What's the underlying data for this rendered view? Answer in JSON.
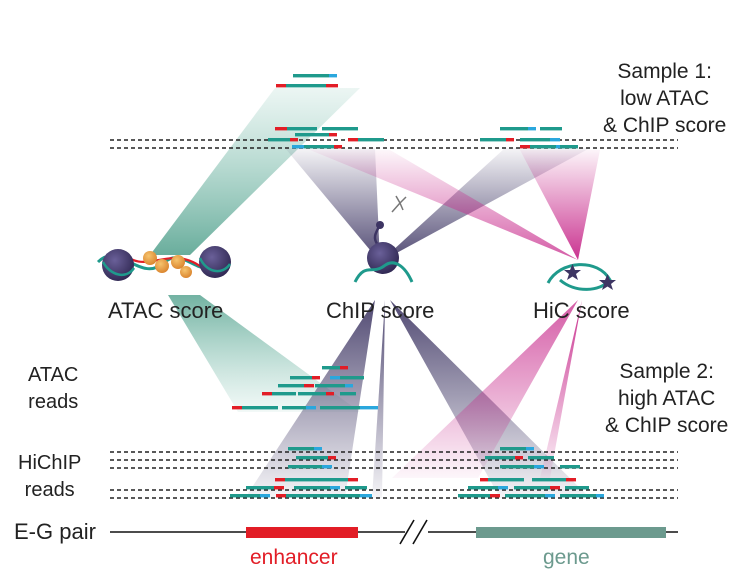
{
  "sample1": {
    "line1": "Sample 1:",
    "line2": "low ATAC",
    "line3": "& ChIP score"
  },
  "sample2": {
    "line1": "Sample 2:",
    "line2": "high ATAC",
    "line3": "& ChIP score"
  },
  "scores": {
    "atac": "ATAC score",
    "chip": "ChIP score",
    "hic": "HiC score"
  },
  "side_labels": {
    "atac_reads_1": "ATAC",
    "atac_reads_2": "reads",
    "hichip_reads_1": "HiChIP",
    "hichip_reads_2": "reads",
    "eg_pair": "E-G pair"
  },
  "track": {
    "enhancer": "enhancer",
    "gene": "gene"
  },
  "colors": {
    "read_teal": "#1f9a8c",
    "read_red": "#e21d26",
    "read_blue": "#2aa7dd",
    "atac_fan": "#7fc1b0",
    "chip_fan": "#3d3563",
    "hic_fan": "#c7288a",
    "enhancer_bar": "#e21d26",
    "gene_bar": "#6c9a8e",
    "nucleosome": "#3d3563",
    "histone_beads": "#e9a04a"
  }
}
